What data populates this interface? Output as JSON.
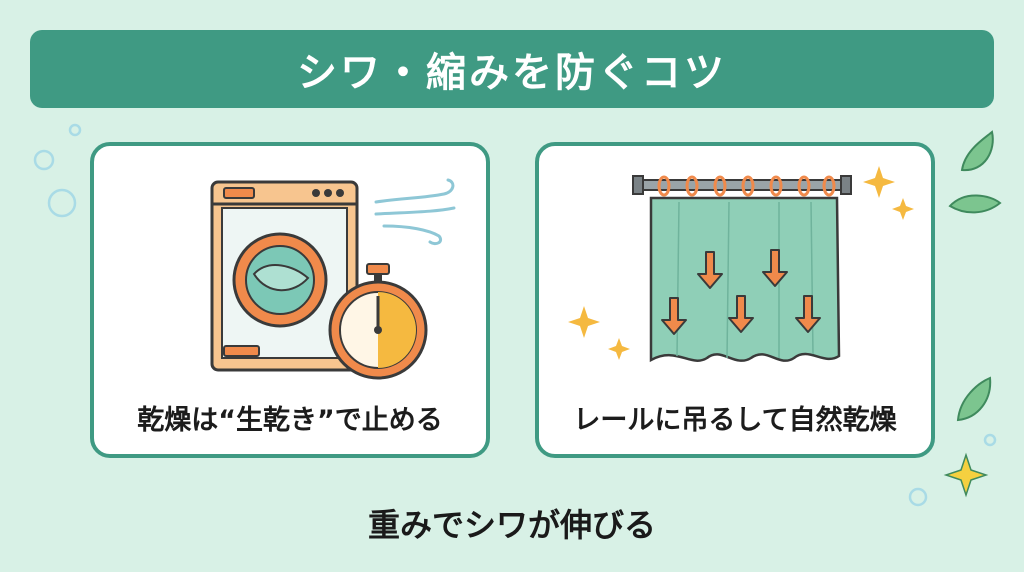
{
  "title": "シワ・縮みを防ぐコツ",
  "cards": [
    {
      "caption": "乾燥は“生乾き”で止める",
      "icon": "dryer-with-timer-icon"
    },
    {
      "caption": "レールに吊るして自然乾燥",
      "icon": "hanging-curtain-icon"
    }
  ],
  "footer": "重みでシワが伸びる",
  "colors": {
    "background": "#d8f1e6",
    "banner": "#3f9a83",
    "card_border": "#3f9a83",
    "accent_orange": "#f0a05a",
    "curtain": "#8fcfb7",
    "sparkle": "#f5b940"
  }
}
